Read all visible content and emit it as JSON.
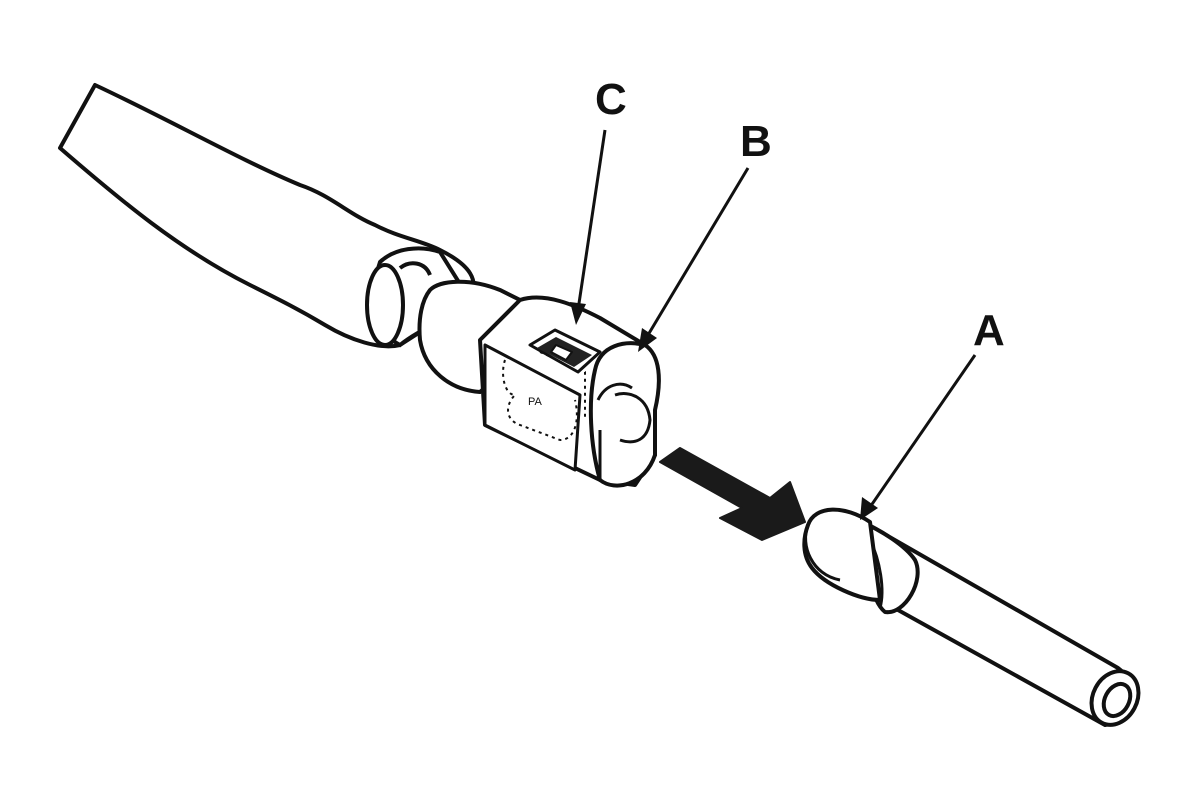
{
  "callouts": {
    "a": "A",
    "b": "B",
    "c": "C"
  },
  "colors": {
    "stroke": "#111111",
    "fill": "#ffffff",
    "shade": "#e8e8e8",
    "arrow": "#1a1a1a"
  }
}
